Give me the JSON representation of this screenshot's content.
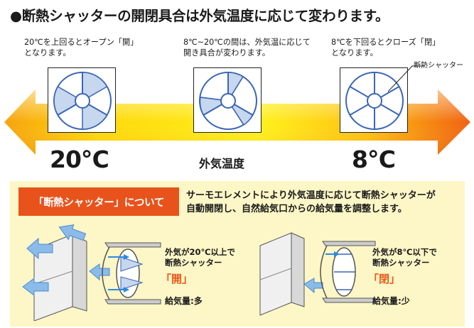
{
  "header": {
    "title": "●断熱シャッターの開閉具合は外気温度に応じて変わります。"
  },
  "stages": [
    {
      "desc_line1": "20℃を上回るとオープン「開」",
      "desc_line2": "となります。",
      "temp": "20℃"
    },
    {
      "desc_line1": "8℃~20℃の間は、外気温に応じて",
      "desc_line2": "開き具合が変わります。",
      "temp": "外気温度"
    },
    {
      "desc_line1": "8℃を下回るとクローズ「閉」",
      "desc_line2": "となります。",
      "temp": "8℃"
    }
  ],
  "shutter_callout": "断熱シャッター",
  "panel": {
    "tag": "「断熱シャッター」について",
    "line1": "サーモエレメントにより外気温度に応じて断熱シャッターが",
    "line2": "自動開閉し、自然給気口からの給気量を調整します。"
  },
  "examples": [
    {
      "cond": "外気が20℃以上で",
      "subject": "断熱シャッター",
      "state": "「開」",
      "amount": "給気量:多"
    },
    {
      "cond": "外気が8℃以下で",
      "subject": "断熱シャッター",
      "state": "「閉」",
      "amount": "給気量:少"
    }
  ],
  "colors": {
    "arrow_left": "#f5a010",
    "arrow_mid": "#ffe800",
    "arrow_right": "#f07010",
    "accent": "#e8531c",
    "panel_bg": "#fdf6c6",
    "fan_blue": "#3a66b6",
    "fan_fill": "#c7d7ee"
  }
}
